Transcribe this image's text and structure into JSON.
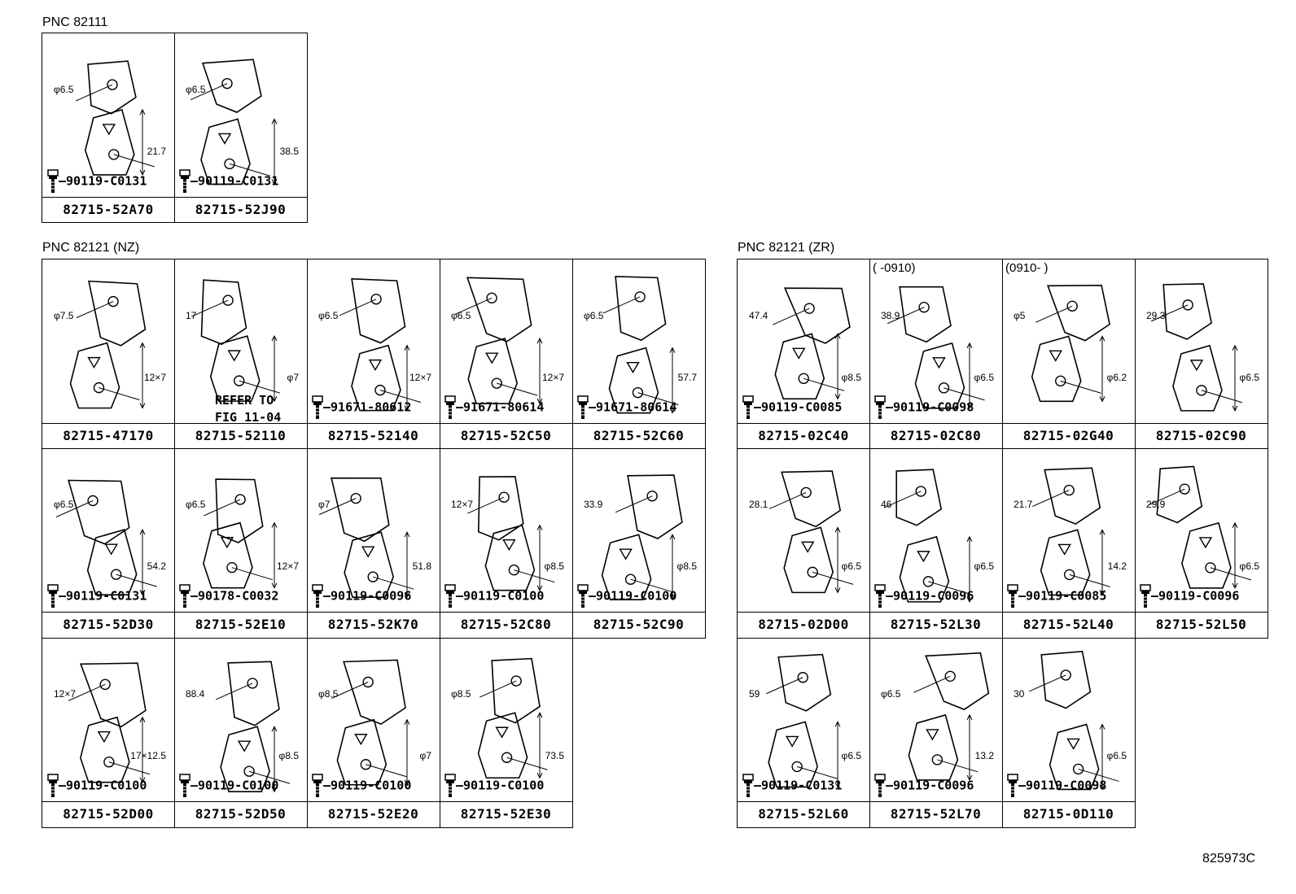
{
  "figure_id": "825973C",
  "sections": [
    {
      "label": "PNC 82111",
      "cells": [
        {
          "part": "82715-52A70",
          "fastener": "90119-C0131",
          "dims": [
            "φ6.5",
            "21.7"
          ]
        },
        {
          "part": "82715-52J90",
          "fastener": "90119-C0131",
          "dims": [
            "φ6.5",
            "38.5"
          ]
        }
      ]
    },
    {
      "label": "PNC 82121 (NZ)",
      "cells": [
        {
          "part": "82715-47170",
          "fastener": "",
          "dims": [
            "φ7.5",
            "12×7"
          ]
        },
        {
          "part": "82715-52110",
          "fastener": "",
          "note": [
            "REFER TO",
            "FIG 11-04"
          ],
          "dims": [
            "17",
            "φ7"
          ]
        },
        {
          "part": "82715-52140",
          "fastener": "91671-80612",
          "dims": [
            "φ6.5",
            "12×7"
          ]
        },
        {
          "part": "82715-52C50",
          "fastener": "91671-80614",
          "dims": [
            "φ6.5",
            "12×7"
          ]
        },
        {
          "part": "82715-52C60",
          "fastener": "91671-80614",
          "dims": [
            "φ6.5",
            "57.7"
          ]
        },
        {
          "part": "82715-52D30",
          "fastener": "90119-C0131",
          "dims": [
            "φ6.5",
            "54.2"
          ]
        },
        {
          "part": "82715-52E10",
          "fastener": "90178-C0032",
          "dims": [
            "φ6.5",
            "12×7"
          ]
        },
        {
          "part": "82715-52K70",
          "fastener": "90119-C0096",
          "dims": [
            "φ7",
            "51.8"
          ]
        },
        {
          "part": "82715-52C80",
          "fastener": "90119-C0100",
          "dims": [
            "12×7",
            "φ8.5"
          ]
        },
        {
          "part": "82715-52C90",
          "fastener": "90119-C0100",
          "dims": [
            "33.9",
            "φ8.5"
          ]
        },
        {
          "part": "82715-52D00",
          "fastener": "90119-C0100",
          "dims": [
            "12×7",
            "17×12.5"
          ]
        },
        {
          "part": "82715-52D50",
          "fastener": "90119-C0100",
          "dims": [
            "88.4",
            "φ8.5"
          ]
        },
        {
          "part": "82715-52E20",
          "fastener": "90119-C0100",
          "dims": [
            "φ8.5",
            "φ7"
          ]
        },
        {
          "part": "82715-52E30",
          "fastener": "90119-C0100",
          "dims": [
            "φ8.5",
            "73.5"
          ]
        }
      ]
    },
    {
      "label": "PNC 82121 (ZR)",
      "cells": [
        {
          "part": "82715-02C40",
          "fastener": "90119-C0085",
          "dims": [
            "47.4",
            "φ8.5"
          ]
        },
        {
          "part": "82715-02C80",
          "fastener": "90119-C0098",
          "header": "(      -0910)",
          "dims": [
            "38.9",
            "φ6.5"
          ]
        },
        {
          "part": "82715-02G40",
          "fastener": "",
          "header": "(0910-        )",
          "dims": [
            "φ5",
            "φ6.2"
          ]
        },
        {
          "part": "82715-02C90",
          "fastener": "",
          "dims": [
            "29.3",
            "φ6.5"
          ]
        },
        {
          "part": "82715-02D00",
          "fastener": "",
          "dims": [
            "28.1",
            "φ6.5"
          ]
        },
        {
          "part": "82715-52L30",
          "fastener": "90119-C0096",
          "dims": [
            "46",
            "φ6.5"
          ]
        },
        {
          "part": "82715-52L40",
          "fastener": "90119-C0085",
          "dims": [
            "21.7",
            "14.2"
          ]
        },
        {
          "part": "82715-52L50",
          "fastener": "90119-C0096",
          "dims": [
            "29.9",
            "φ6.5"
          ]
        },
        {
          "part": "82715-52L60",
          "fastener": "90119-C0131",
          "dims": [
            "59",
            "φ6.5"
          ]
        },
        {
          "part": "82715-52L70",
          "fastener": "90119-C0096",
          "dims": [
            "φ6.5",
            "13.2"
          ]
        },
        {
          "part": "82715-0D110",
          "fastener": "90119-C0098",
          "dims": [
            "30",
            "φ6.5"
          ]
        }
      ]
    }
  ]
}
